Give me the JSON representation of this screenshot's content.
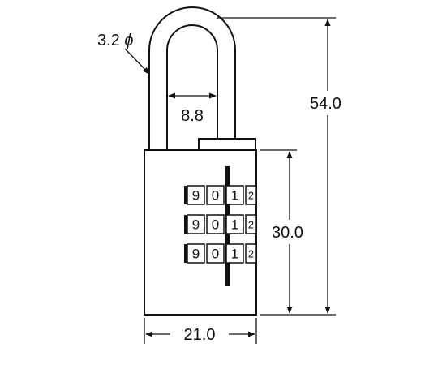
{
  "dimensions": {
    "shackle_diameter": "3.2",
    "shackle_diameter_symbol": "ϕ",
    "shackle_inner_width": "8.8",
    "overall_height": "54.0",
    "body_height": "30.0",
    "body_width": "21.0"
  },
  "dials": [
    {
      "digits": [
        "9",
        "0",
        "1",
        "2"
      ]
    },
    {
      "digits": [
        "9",
        "0",
        "1",
        "2"
      ]
    },
    {
      "digits": [
        "9",
        "0",
        "1",
        "2"
      ]
    }
  ],
  "colors": {
    "line": "#111111",
    "background": "#ffffff"
  }
}
